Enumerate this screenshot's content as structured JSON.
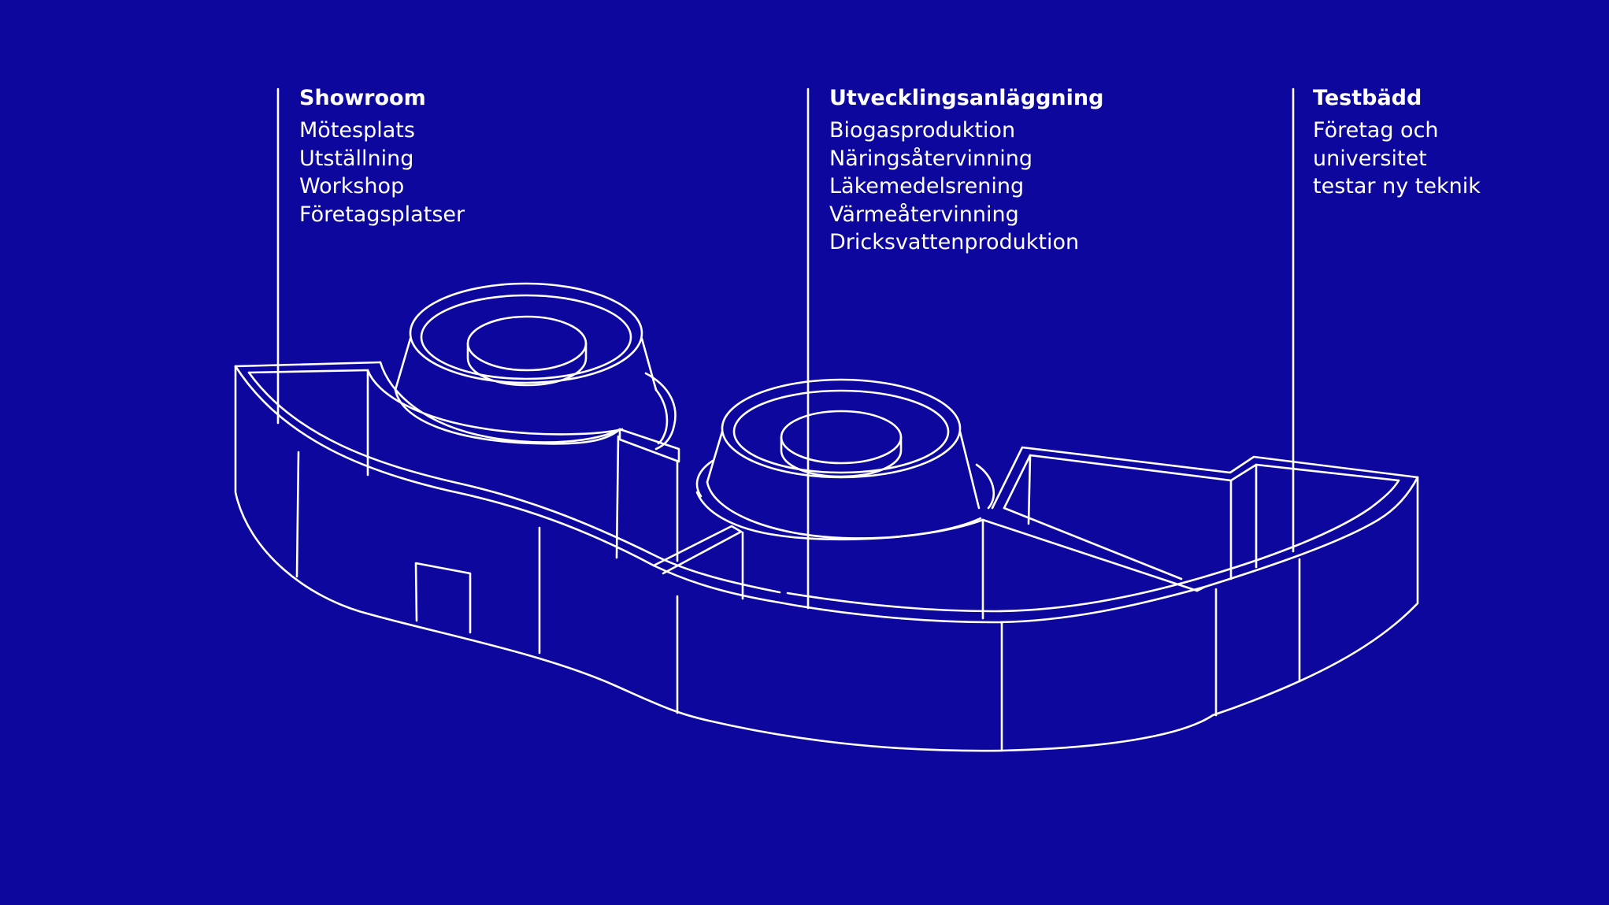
{
  "colors": {
    "background": "#0d079e",
    "line": "#ffffff",
    "text": "#ffffff"
  },
  "callouts": [
    {
      "title": "Showroom",
      "items": [
        "Mötesplats",
        "Utställning",
        "Workshop",
        "Företagsplatser"
      ]
    },
    {
      "title": "Utvecklingsanläggning",
      "items": [
        "Biogasproduktion",
        "Näringsåtervinning",
        "Läkemedelsrening",
        "Värmeåtervinning",
        "Dricksvattenproduktion"
      ]
    },
    {
      "title": "Testbädd",
      "items": [
        "Företag och",
        "universitet",
        "testar ny teknik"
      ]
    }
  ]
}
